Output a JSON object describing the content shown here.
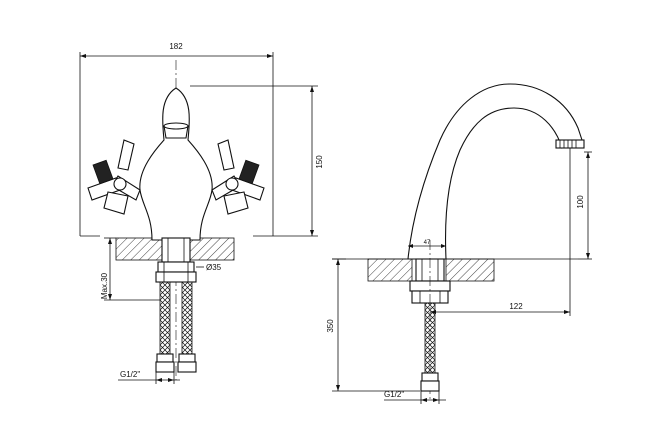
{
  "front_view": {
    "width_label": "182",
    "height_label": "150",
    "diameter_label": "Ø35",
    "max_label": "Max.30",
    "thread_label": "G1/2\""
  },
  "side_view": {
    "spout_height_label": "100",
    "base_label": "47",
    "reach_label": "122",
    "total_height_label": "350",
    "thread_label": "G1/2\""
  }
}
